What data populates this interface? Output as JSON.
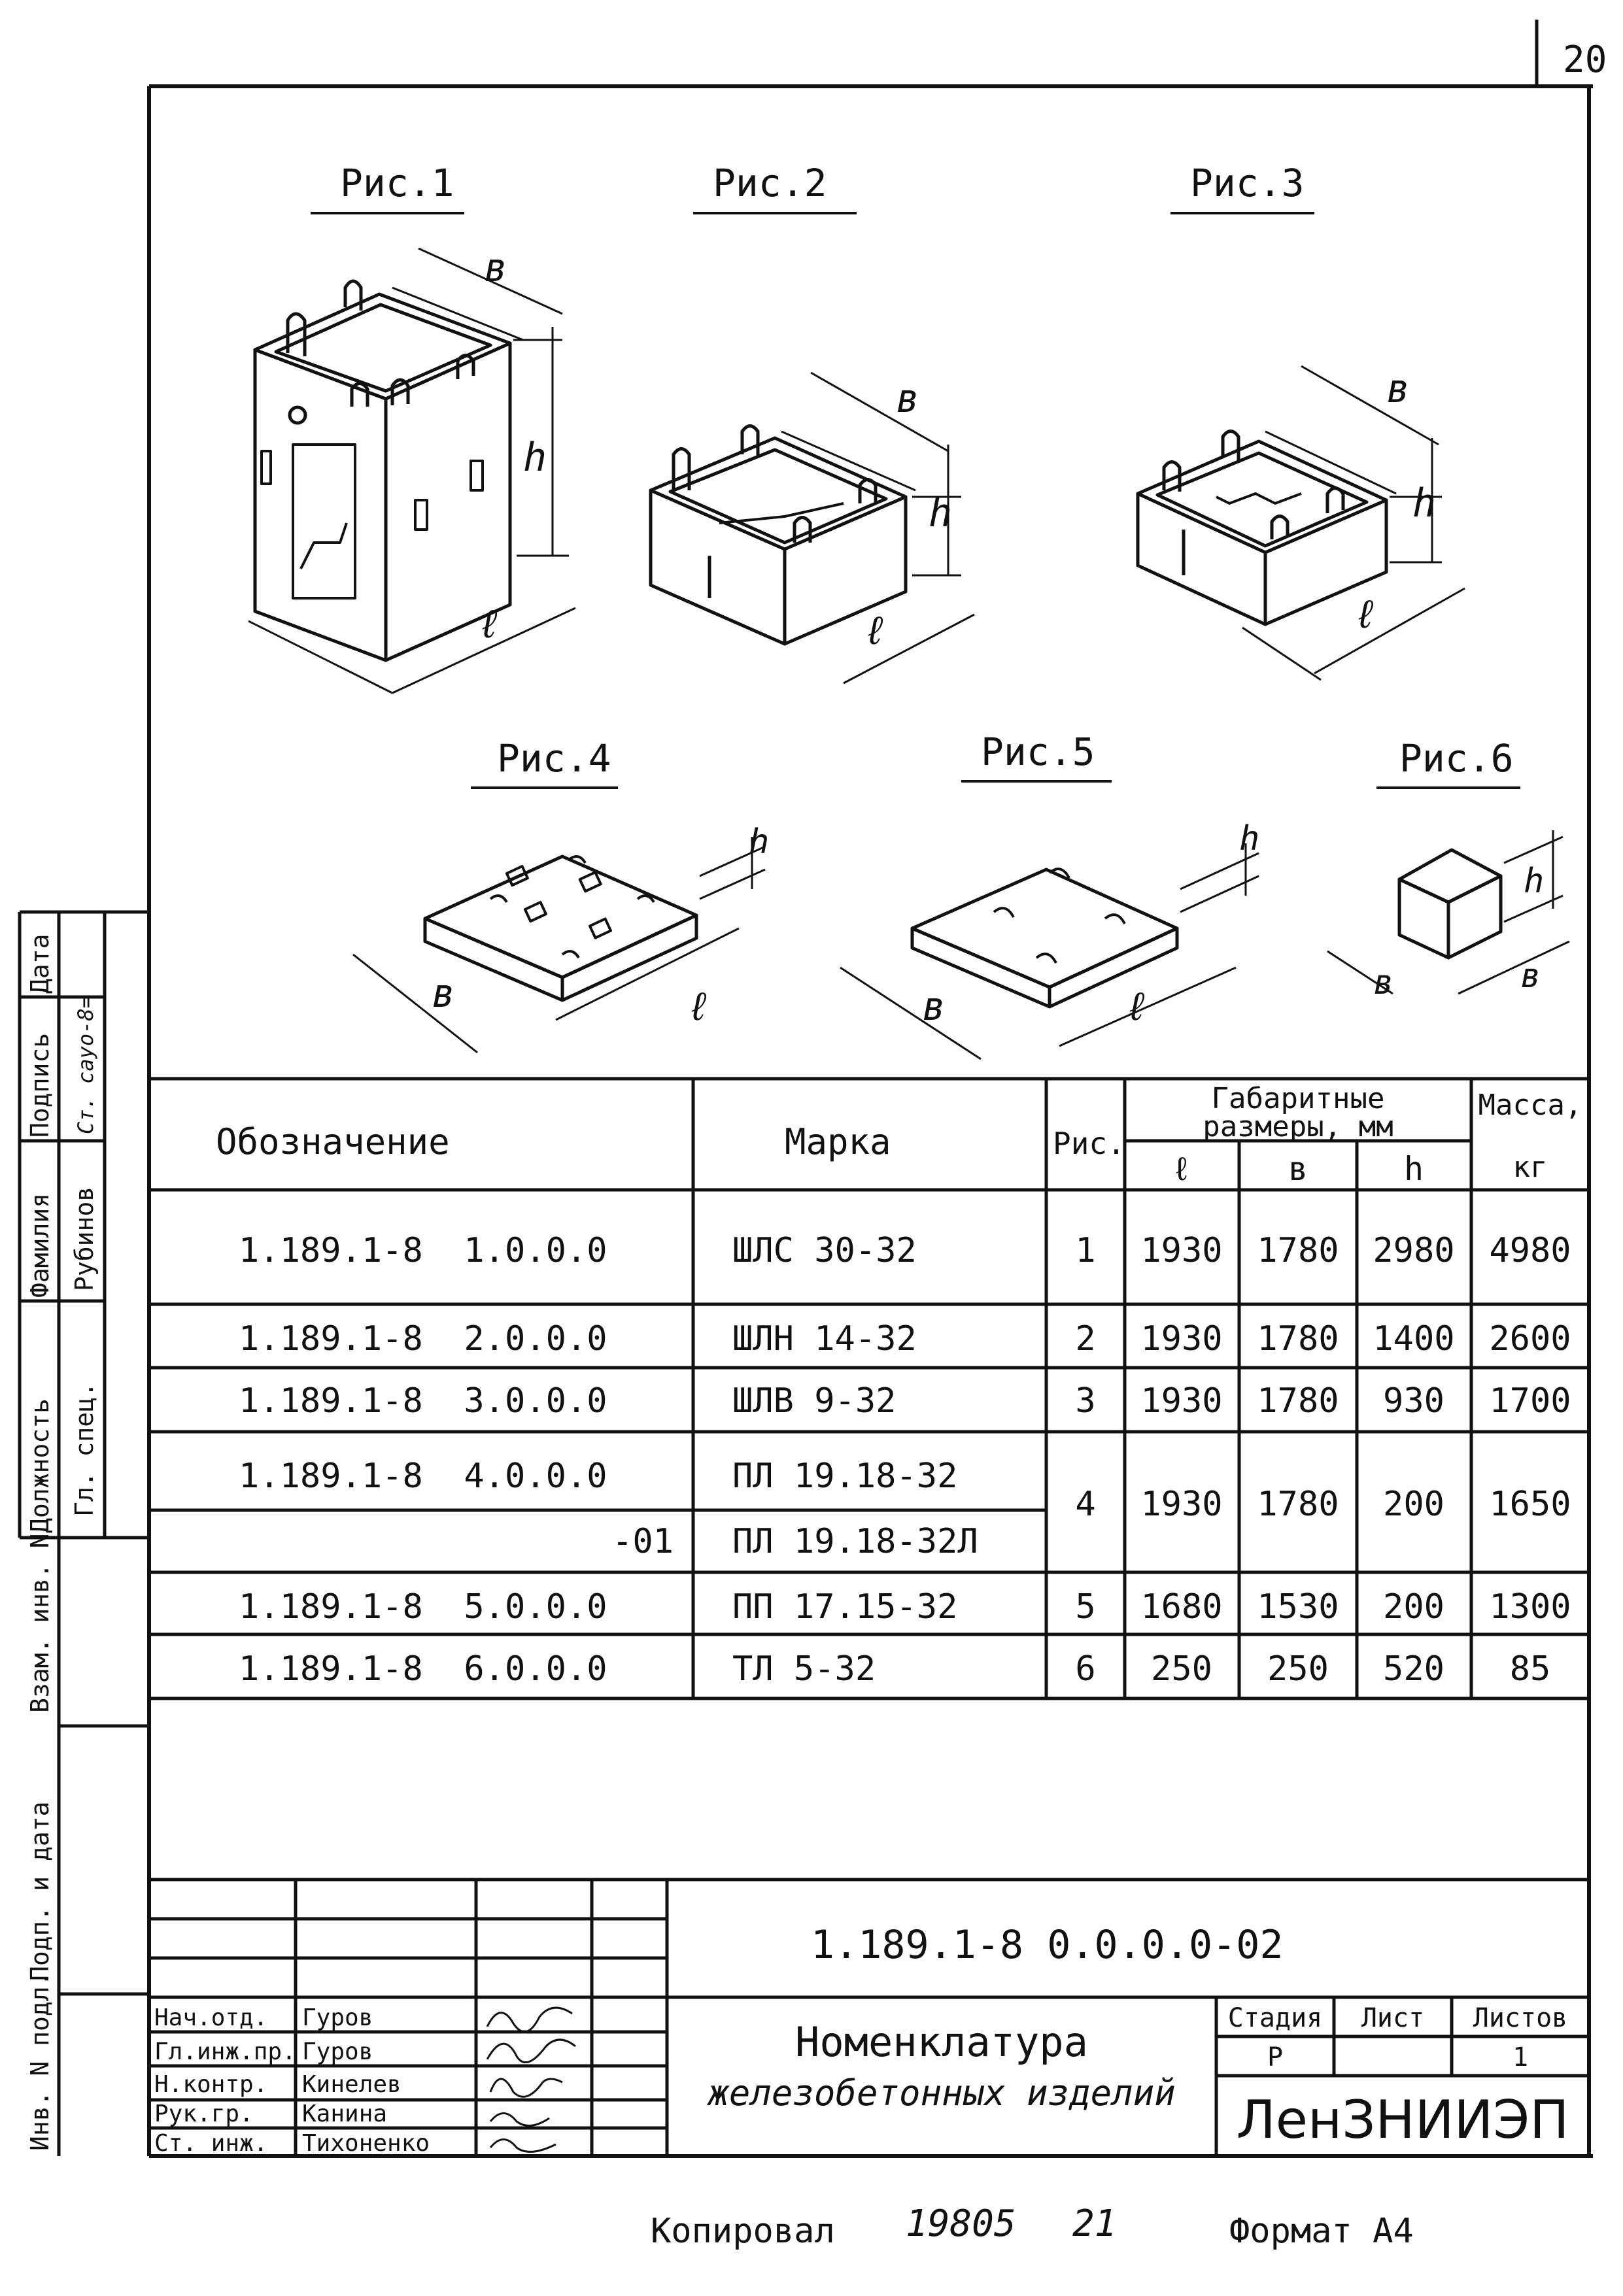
{
  "sheet": {
    "page_number": "20"
  },
  "figures": {
    "fig1": {
      "caption": "Рис.1",
      "dim_b": "в",
      "dim_h": "h",
      "dim_l": "ℓ"
    },
    "fig2": {
      "caption": "Рис.2",
      "dim_b": "в",
      "dim_h": "h",
      "dim_l": "ℓ"
    },
    "fig3": {
      "caption": "Рис.3",
      "dim_b": "в",
      "dim_h": "h",
      "dim_l": "ℓ"
    },
    "fig4": {
      "caption": "Рис.4",
      "dim_b": "в",
      "dim_h": "h",
      "dim_l": "ℓ"
    },
    "fig5": {
      "caption": "Рис.5",
      "dim_b": "в",
      "dim_h": "h",
      "dim_l": "ℓ"
    },
    "fig6": {
      "caption": "Рис.6",
      "dim_b": "в",
      "dim_h": "h",
      "dim_b2": "в"
    }
  },
  "table": {
    "headers": {
      "designation": "Обозначение",
      "mark": "Марка",
      "fig": "Рис.",
      "dims_line1": "Габаритные",
      "dims_line2": "размеры, мм",
      "dim_l": "ℓ",
      "dim_b": "в",
      "dim_h": "h",
      "mass_line1": "Масса,",
      "mass_line2": "кг"
    },
    "rows": [
      {
        "designation": "1.189.1-8  1.0.0.0",
        "mark": "ШЛС 30-32",
        "fig": "1",
        "l": "1930",
        "b": "1780",
        "h": "2980",
        "mass": "4980"
      },
      {
        "designation": "1.189.1-8  2.0.0.0",
        "mark": "ШЛН 14-32",
        "fig": "2",
        "l": "1930",
        "b": "1780",
        "h": "1400",
        "mass": "2600"
      },
      {
        "designation": "1.189.1-8  3.0.0.0",
        "mark": "ШЛВ 9-32",
        "fig": "3",
        "l": "1930",
        "b": "1780",
        "h": "930",
        "mass": "1700"
      },
      {
        "designation": "1.189.1-8  4.0.0.0",
        "mark": "ПЛ 19.18-32",
        "fig": "4",
        "l": "1930",
        "b": "1780",
        "h": "200",
        "mass": "1650"
      },
      {
        "designation": "-01",
        "mark": "ПЛ 19.18-32Л"
      },
      {
        "designation": "1.189.1-8  5.0.0.0",
        "mark": "ПП 17.15-32",
        "fig": "5",
        "l": "1680",
        "b": "1530",
        "h": "200",
        "mass": "1300"
      },
      {
        "designation": "1.189.1-8  6.0.0.0",
        "mark": "ТЛ 5-32",
        "fig": "6",
        "l": "250",
        "b": "250",
        "h": "520",
        "mass": "85"
      }
    ]
  },
  "side_stamp": {
    "top_block": {
      "col_labels": [
        "Должность",
        "Фамилия",
        "Подпись",
        "Дата"
      ],
      "values": [
        "Гл. спец.",
        "Рубинов",
        "Ст. сауо-8="
      ]
    },
    "inv_block": [
      "Взам. инв. N",
      "Подп. и дата",
      "Инв. N подл."
    ]
  },
  "title_block": {
    "doc_code": "1.189.1-8 0.0.0.0-02",
    "title_line1": "Номенклатура",
    "title_line2": "железобетонных изделий",
    "stage_label": "Стадия",
    "sheet_label": "Лист",
    "sheets_label": "Листов",
    "stage_value": "Р",
    "sheets_value": "1",
    "organization": "ЛенЗНИИЭП",
    "signers": [
      {
        "role": "Нач.отд.",
        "name": "Гуров"
      },
      {
        "role": "Гл.инж.пр.",
        "name": "Гуров"
      },
      {
        "role": "Н.контр.",
        "name": "Кинелев"
      },
      {
        "role": "Рук.гр.",
        "name": "Канина"
      },
      {
        "role": "Ст. инж.",
        "name": "Тихоненко"
      }
    ]
  },
  "footer": {
    "copied_label": "Копировал",
    "copy_number": "19805",
    "copy_suffix": "21",
    "format_label": "Формат А4"
  }
}
